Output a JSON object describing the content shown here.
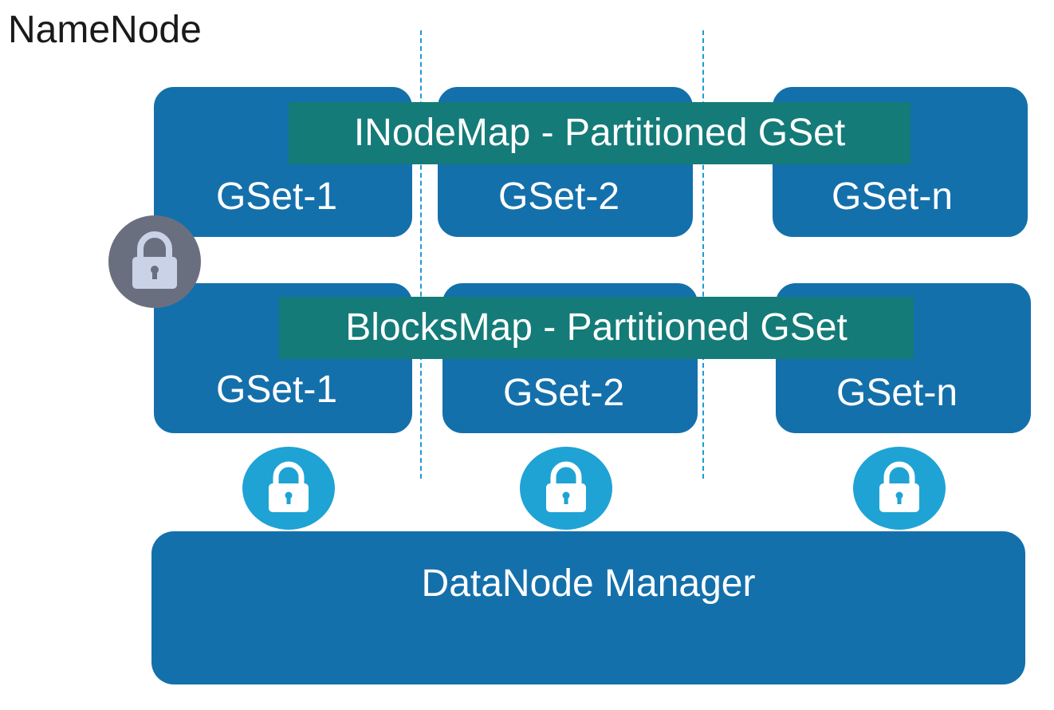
{
  "diagram": {
    "title": "NameNode",
    "inode_map": {
      "band_label": "INodeMap  - Partitioned GSet",
      "gsets": [
        "GSet-1",
        "GSet-2",
        "GSet-n"
      ]
    },
    "blocks_map": {
      "band_label": "BlocksMap  - Partitioned GSet",
      "gsets": [
        "GSet-1",
        "GSet-2",
        "GSet-n"
      ]
    },
    "datanode_manager": "DataNode Manager",
    "icons": [
      "lock-icon"
    ],
    "colors": {
      "box": "#1470ab",
      "band": "#147b78",
      "lock_blue": "#1fa3d4",
      "lock_gray": "#6a6f80",
      "divider": "#1f9bd6"
    }
  }
}
